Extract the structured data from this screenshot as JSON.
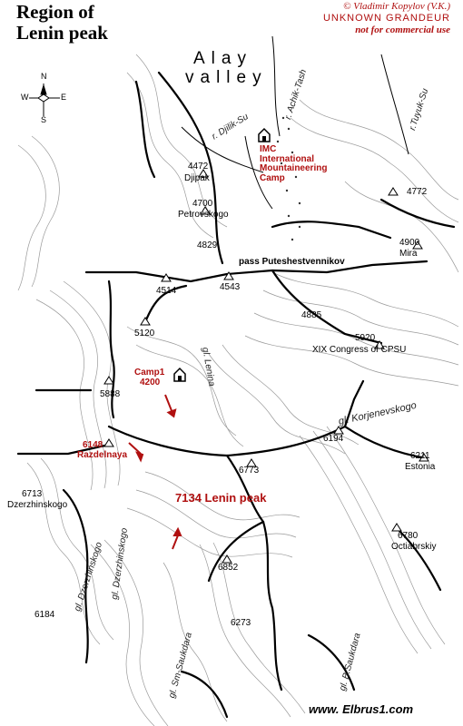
{
  "title": {
    "line1": "Region of",
    "line2": "Lenin peak"
  },
  "credit": {
    "author": "© Vladimir Kopylov (V.K.)",
    "series": "UNKNOWN GRANDEUR",
    "notice": "not for commercial use"
  },
  "valley": {
    "word1": "Alay",
    "word2": "valley"
  },
  "compass": {
    "n": "N",
    "s": "S",
    "w": "W",
    "e": "E"
  },
  "rivers": {
    "djilik": "r. Djilik-Su",
    "achik": "r. Achik-Tash",
    "tuyuk": "r.Tuyuk-Su"
  },
  "camp_imc": {
    "line1": "IMC",
    "line2": "International",
    "line3": "Mountaineering",
    "line4": "Camp"
  },
  "peaks": {
    "p4472": "4472",
    "djipak": "Djipak",
    "p4700": "4700",
    "petrovskogo": "Petrovskogo",
    "p4772": "4772",
    "p4829": "4829",
    "p4900": "4900",
    "mira": "Mira",
    "pass": "pass Puteshestvennikov",
    "p4514": "4514",
    "p4543": "4543",
    "p4885": "4885",
    "p5120": "5120",
    "p5920": "5920",
    "congress": "XIX Congress of CPSU",
    "p5888": "5888",
    "p6194": "6194",
    "p6211": "6211",
    "estonia": "Estonia",
    "p6773": "6773",
    "p6713": "6713",
    "dzerzhinskogo": "Dzerzhinskogo",
    "p6780": "6780",
    "octiabrskiy": "Octiabrskiy",
    "p6852": "6852",
    "p6184": "6184",
    "p6273": "6273"
  },
  "camp1": {
    "line1": "Camp1",
    "line2": "4200"
  },
  "razdelnaya": {
    "line1": "6148",
    "line2": "Razdelnaya"
  },
  "lenin_peak": "7134 Lenin peak",
  "glaciers": {
    "lenina": "gl. Lenina",
    "korjenevskogo": "gl. Korjenevskogo",
    "dzerzhinskogo": "gl. Dzerzhinskogo",
    "sm_saukdara": "gl. Sm-Saukdara",
    "b_saukdara": "gl. B.Saukdara",
    "dzerzhinskogo_w": "gl. Dzerzhinskogo"
  },
  "footer": "www. Elbrus1.com",
  "colors": {
    "accent": "#b01010",
    "ink": "#000000"
  }
}
